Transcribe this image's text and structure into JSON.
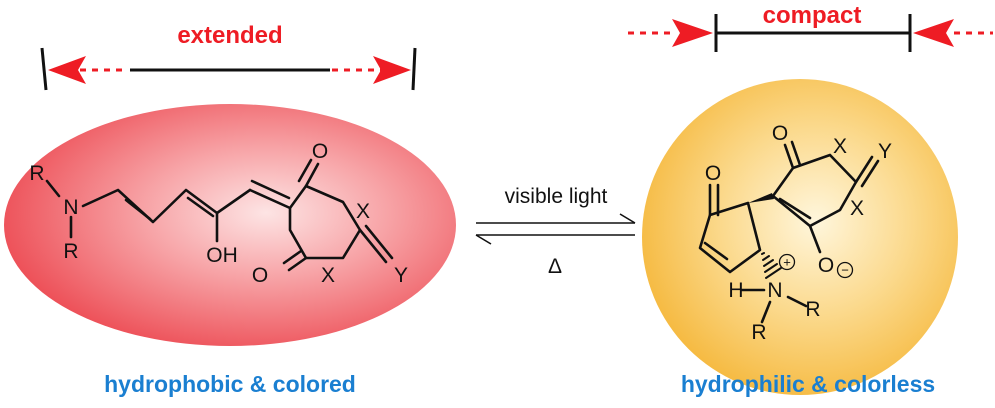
{
  "labels": {
    "extended": "extended",
    "compact": "compact",
    "left_caption": "hydrophobic & colored",
    "right_caption": "hydrophilic & colorless"
  },
  "conditions": {
    "forward": "visible light",
    "reverse": "Δ"
  },
  "atoms": {
    "R": "R",
    "N": "N",
    "OH": "OH",
    "O": "O",
    "X": "X",
    "Y": "Y",
    "H": "H",
    "plus": "+",
    "minus": "−"
  },
  "colors": {
    "red_label": "#ee1c24",
    "blue_label": "#1a7fd1",
    "left_ellipse": "#f25a62",
    "right_circle": "#f8c04a"
  }
}
